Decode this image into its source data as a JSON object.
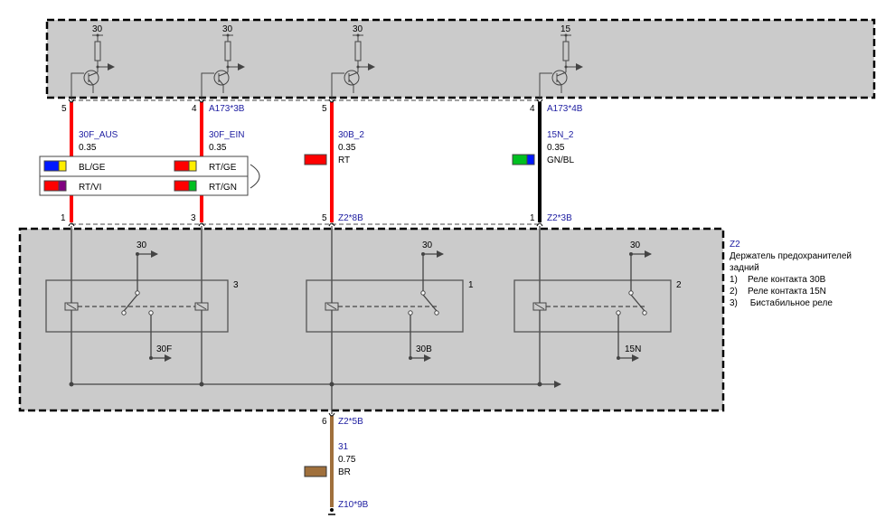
{
  "colors": {
    "red_wire": "#ff0000",
    "black_wire": "#000000",
    "brown_wire": "#a0703c",
    "module_fill": "#cbcbcb",
    "label_blue": "#1c1ca0"
  },
  "top_module": {
    "transistors": [
      {
        "supply": "30"
      },
      {
        "supply": "30"
      },
      {
        "supply": "30"
      },
      {
        "supply": "15"
      }
    ]
  },
  "wires": [
    {
      "top_pin": "5",
      "top_connector": "",
      "name": "30F_AUS",
      "gauge": "0.35",
      "bottom_pin": "1",
      "bottom_connector": ""
    },
    {
      "top_pin": "4",
      "top_connector": "A173*3B",
      "name": "30F_EIN",
      "gauge": "0.35",
      "bottom_pin": "3",
      "bottom_connector": ""
    },
    {
      "top_pin": "5",
      "top_connector": "",
      "name": "30B_2",
      "gauge": "0.35",
      "color": "RT",
      "bottom_pin": "5",
      "bottom_connector": "Z2*8B"
    },
    {
      "top_pin": "4",
      "top_connector": "A173*4B",
      "name": "15N_2",
      "gauge": "0.35",
      "color": "GN/BL",
      "bottom_pin": "1",
      "bottom_connector": "Z2*3B"
    }
  ],
  "color_table": [
    [
      "BL/GE",
      "RT/GE"
    ],
    [
      "RT/VI",
      "RT/GN"
    ]
  ],
  "z2": {
    "id": "Z2",
    "title_line1": "Держатель предохранителей",
    "title_line2": "задний",
    "items": [
      "1)    Реле контакта 30B",
      "2)    Реле контакта 15N",
      "3)     Бистабильное реле"
    ],
    "relays": [
      {
        "number": "3",
        "input": "30",
        "output": "30F"
      },
      {
        "number": "1",
        "input": "30",
        "output": "30B"
      },
      {
        "number": "2",
        "input": "30",
        "output": "15N"
      }
    ]
  },
  "ground_wire": {
    "pin": "6",
    "connector": "Z2*5B",
    "name": "31",
    "gauge": "0.75",
    "color": "BR",
    "end_connector": "Z10*9B"
  }
}
